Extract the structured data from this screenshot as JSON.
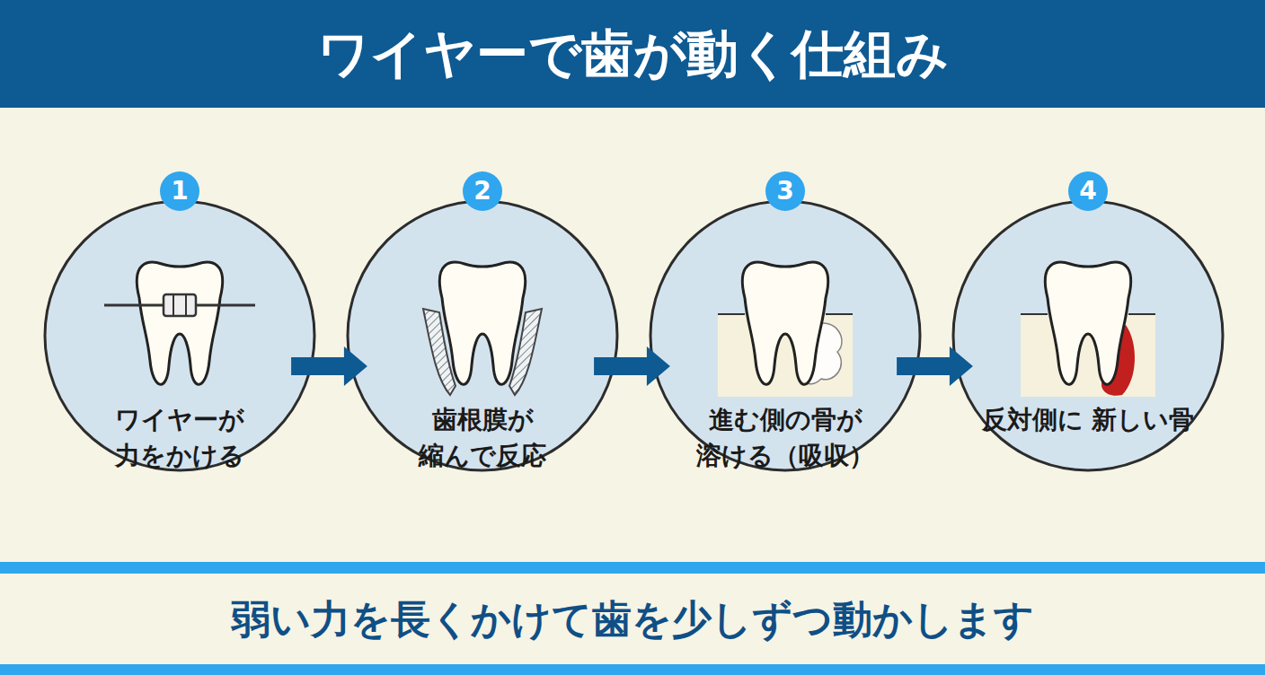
{
  "diagram": {
    "title": "ワイヤーで歯が動く仕組み",
    "caption": "弱い力を長くかけて歯を少しずつ動かします",
    "nodes": [
      {
        "text": [
          "1",
          "ワイヤーが 力をかける"
        ]
      },
      {
        "text": [
          "2",
          "歯根膜が 縮んで反応"
        ]
      },
      {
        "text": [
          "3",
          "進む側の骨が 溶ける（吸収）"
        ]
      },
      {
        "text": [
          "4",
          "反対側に 新しい骨"
        ]
      }
    ],
    "edges": [
      {
        "from": 0,
        "to": 1,
        "arrow": "to"
      },
      {
        "from": 1,
        "to": 2,
        "arrow": "to"
      },
      {
        "from": 2,
        "to": 3,
        "arrow": "to"
      }
    ]
  }
}
